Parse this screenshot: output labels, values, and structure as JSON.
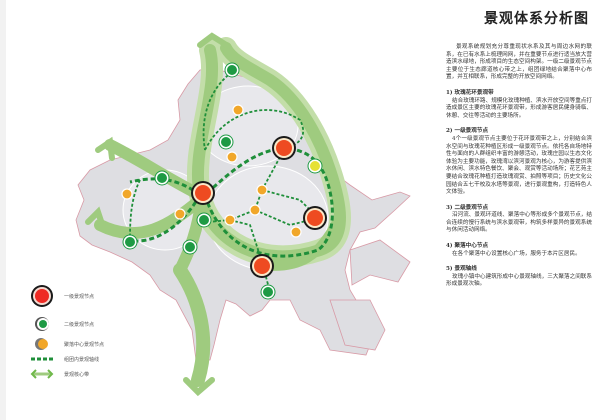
{
  "title": "景观体系分析图",
  "intro": "景观系统规划充分尊重现状水系及其与周边水网的联系，在已有水系上梳理网网，并在重要节点进行适当放大营造滨水绿地，形成项目的生态空间构架。一级二级景观节点主要位于生态廊道核心带之上，组团绿地结合聚落中心布置，并互相联系，形成完整的开放空间网络。",
  "sections": [
    {
      "title": "1) 玫瑰花环景观带",
      "body": "结合玫瑰环路、规模化玫瑰种植、滨水开放空间等重点打造成景区主要的玫瑰花环景观带，形成游客居民健身骑临、休憩、交往等活动的主要场所。"
    },
    {
      "title": "2) 一级景观节点",
      "body": "4个一级景观节点主要位于花环景观带之上，分别结合滨水空间与玫瑰花种植区形成一级景观节点。依托各自场地特性与面向的人群组织丰富的游憩活动，玫瑰庄园以生态文化体验为主要功能，玫瑰湾以滨河景观为核心，为游客提供滨水休闲、滨水特色餐饮、聚会、观赏等活动场所；花艺苑主要结合玫瑰花种植打造玫瑰观赏、拍照等项目；历史文化公园结合五七干校及水塔等景观，进行景观重构，打造特色人文体验。"
    },
    {
      "title": "3) 二级景观节点",
      "body": "沿河流、景观环道线、聚落中心等形成多个景观节点，结合连续的慢行系统与滨水景观带，构筑多样景异的景观系统与休闲活动网络。"
    },
    {
      "title": "4) 聚落中心节点",
      "body": "在各个聚落中心设置核心广场，服务于本片区居民。"
    },
    {
      "title": "5) 景观轴线",
      "body": "玫瑰小镇中心建筑形成中心景观轴线，三大聚落之间联系形成景观次轴。"
    }
  ],
  "legend": [
    {
      "symbol": "primary-node",
      "label": "一级景观节点"
    },
    {
      "symbol": "secondary-node",
      "label": "二级景观节点"
    },
    {
      "symbol": "settlement-node",
      "label": "聚落中心景观节点"
    },
    {
      "symbol": "axis-line",
      "label": "组团内景观轴线"
    },
    {
      "symbol": "core-belt",
      "label": "景观核心带"
    }
  ],
  "colors": {
    "belt_green": "#9fcb7f",
    "belt_green_light": "#c3dea9",
    "land_gray": "#dedee2",
    "boundary_pink": "#d89aa6",
    "axis_green": "#1f8f3a",
    "primary_red": "#ee4b21",
    "secondary_green": "#1e9a44",
    "settlement_orange": "#f1a72a",
    "special_yellow": "#e6e134"
  }
}
